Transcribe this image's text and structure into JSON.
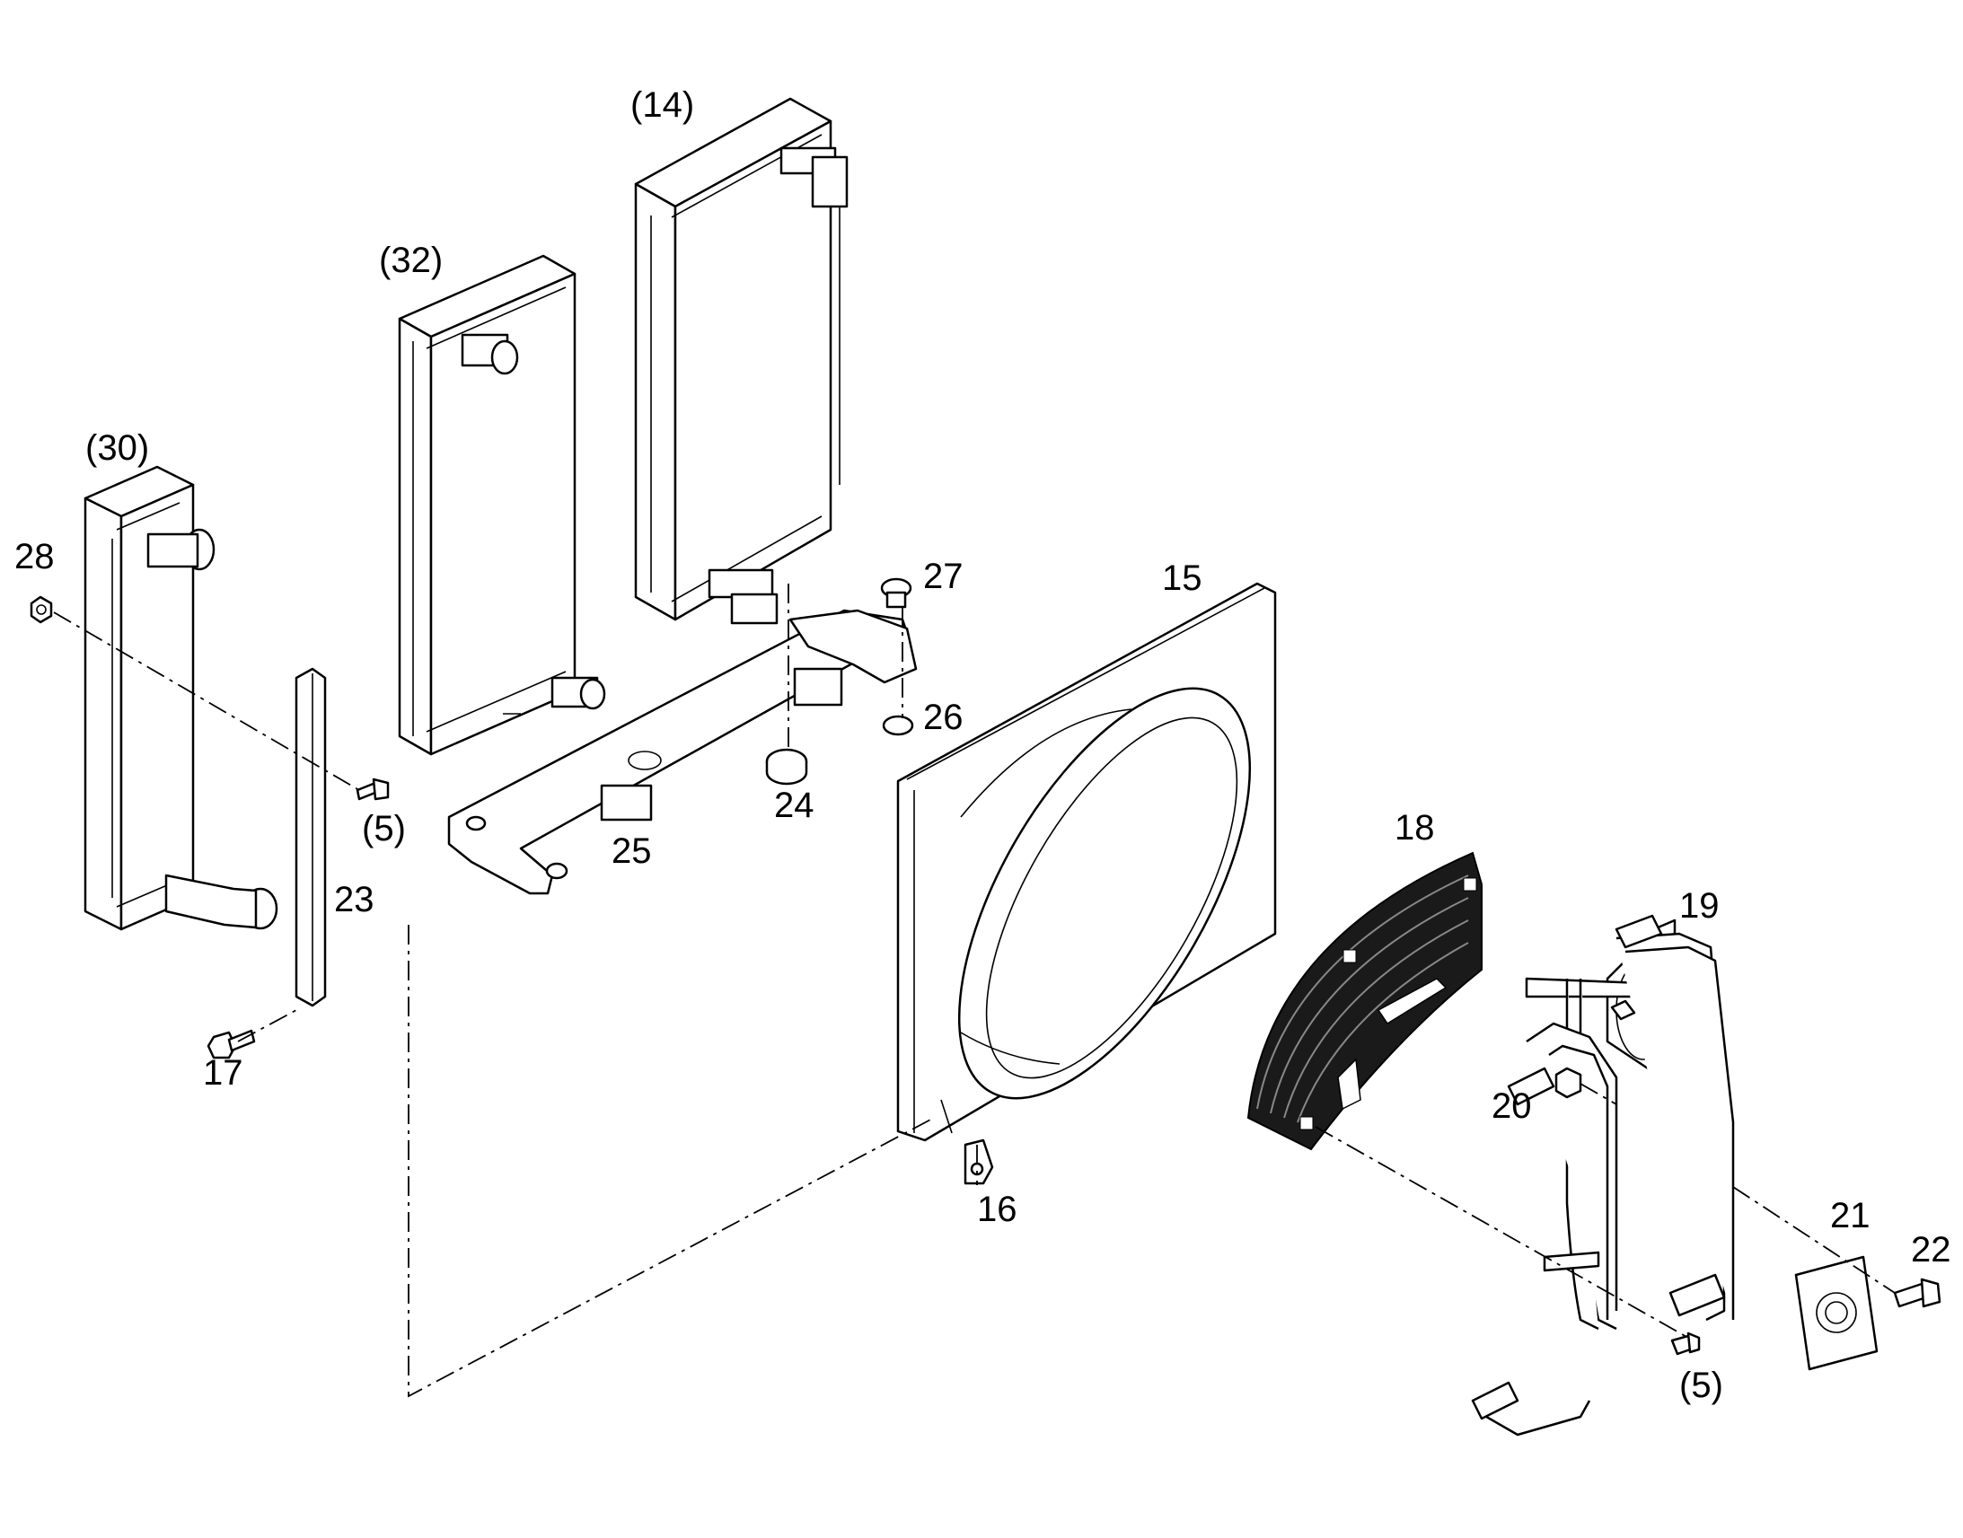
{
  "diagram": {
    "callouts": {
      "c14": "(14)",
      "c32": "(32)",
      "c30": "(30)",
      "c28": "28",
      "c5a": "(5)",
      "c23": "23",
      "c17": "17",
      "c25": "25",
      "c24": "24",
      "c27": "27",
      "c26": "26",
      "c15": "15",
      "c16": "16",
      "c18": "18",
      "c19": "19",
      "c20": "20",
      "c21": "21",
      "c22": "22",
      "c5b": "(5)"
    }
  }
}
